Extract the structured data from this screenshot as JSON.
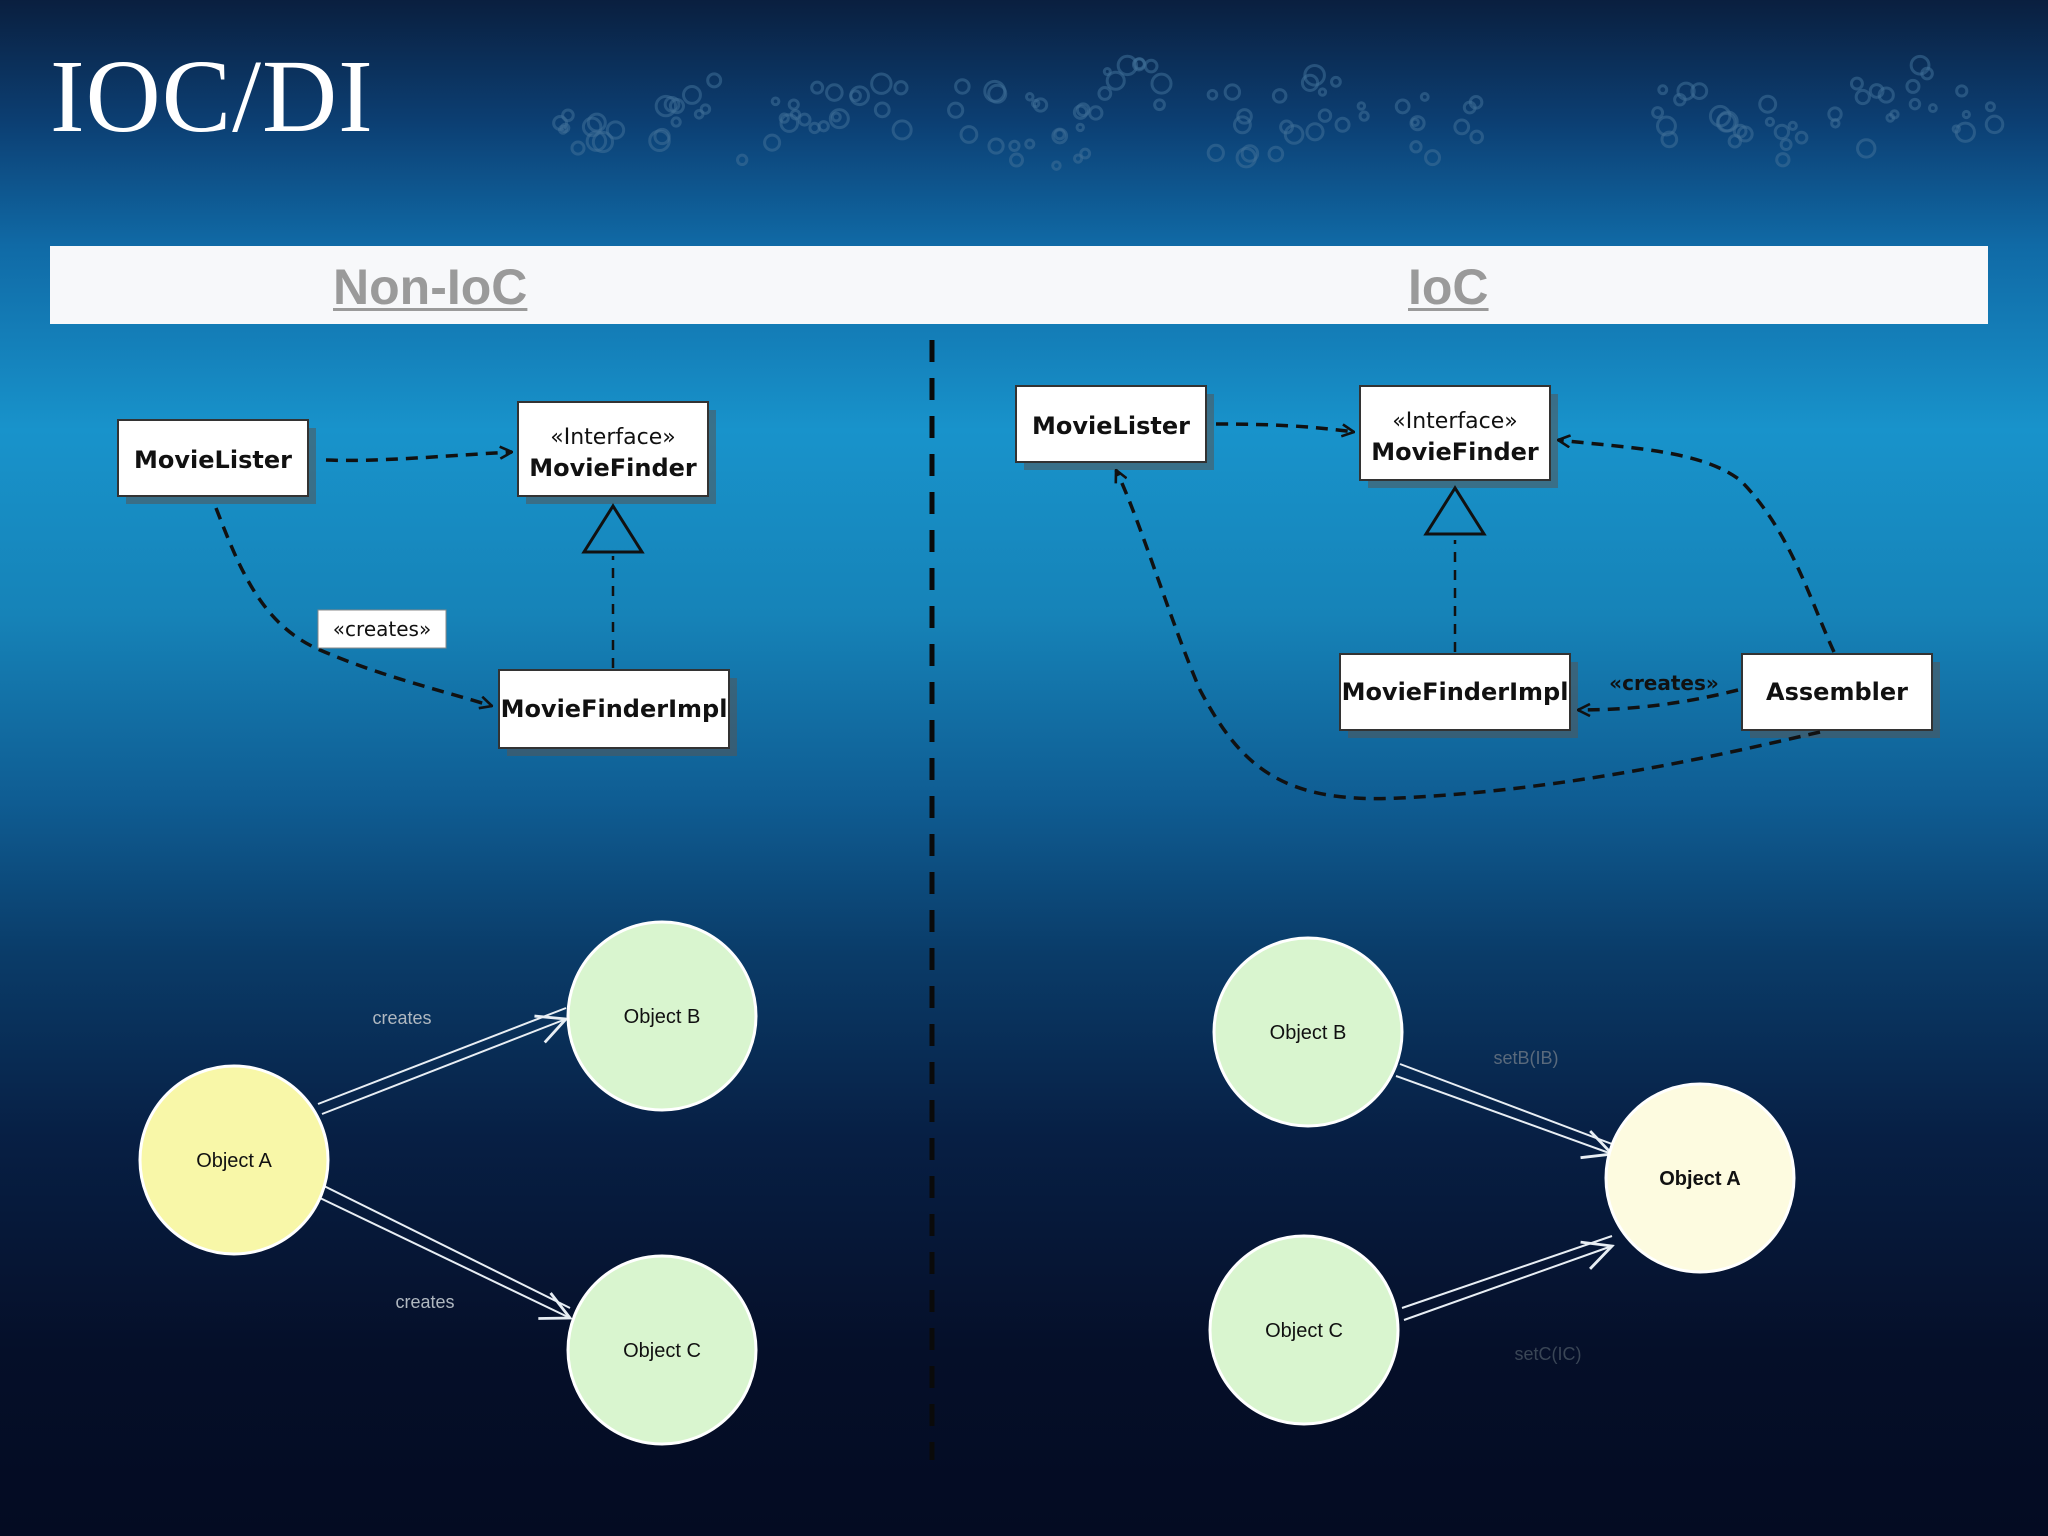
{
  "slide": {
    "title": "IOC/DI",
    "left_heading": "Non-IoC",
    "right_heading": "IoC"
  },
  "non_ioc_class_diagram": {
    "movie_lister": "MovieLister",
    "interface_stereotype": "«Interface»",
    "movie_finder": "MovieFinder",
    "movie_finder_impl": "MovieFinderImpl",
    "creates_label": "«creates»"
  },
  "ioc_class_diagram": {
    "movie_lister": "MovieLister",
    "interface_stereotype": "«Interface»",
    "movie_finder": "MovieFinder",
    "movie_finder_impl": "MovieFinderImpl",
    "assembler": "Assembler",
    "creates_label": "«creates»"
  },
  "non_ioc_object_diagram": {
    "object_a": "Object A",
    "object_b": "Object B",
    "object_c": "Object C",
    "creates_label_1": "creates",
    "creates_label_2": "creates"
  },
  "ioc_object_diagram": {
    "object_a": "Object A",
    "object_b": "Object B",
    "object_c": "Object C",
    "set_b_label": "setB(IB)",
    "set_c_label": "setC(IC)"
  },
  "colors": {
    "object_a_fill": "#f8f7a8",
    "object_bc_fill": "#d9f5cf",
    "ioc_object_a_fill": "#fdfbe0",
    "box_fill": "#ffffff",
    "header_text": "#9a9a9a"
  }
}
